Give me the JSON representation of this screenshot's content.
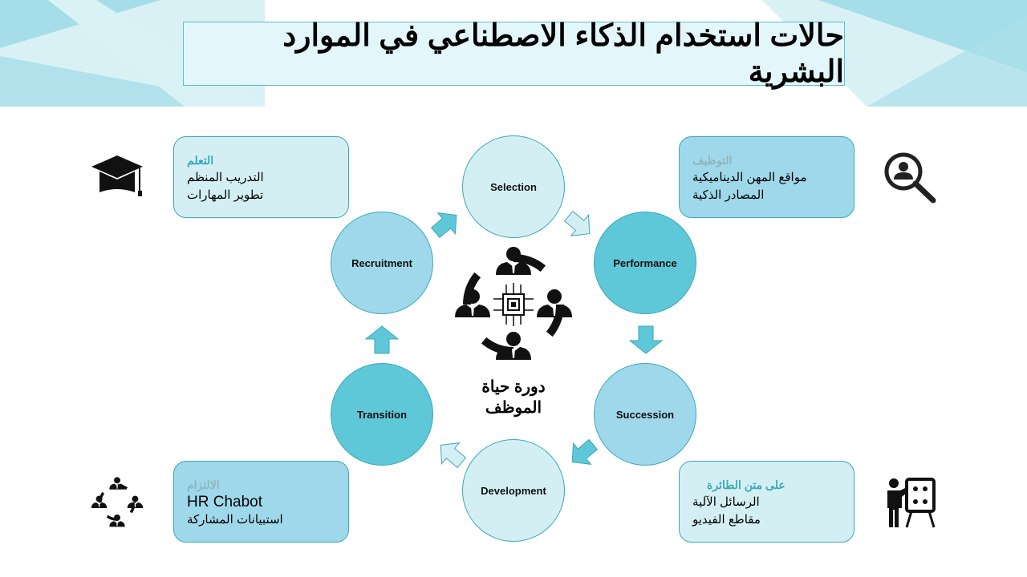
{
  "title": "حالات استخدام الذكاء الاصطناعي في الموارد البشرية",
  "cycle": {
    "center_label_line1": "دورة حياة",
    "center_label_line2": "الموظف",
    "stages": [
      "Selection",
      "Performance",
      "Succession",
      "Development",
      "Transition",
      "Recruitment"
    ]
  },
  "boxes": {
    "learning": {
      "heading": "التعلم",
      "lines": [
        "التدريب المنظم",
        "تطوير المهارات"
      ]
    },
    "hiring": {
      "heading": "التوظيف",
      "lines": [
        "مواقع المهن الديناميكية",
        "المصادر الذكية"
      ]
    },
    "engagement": {
      "heading": "الالتزام",
      "lines": [
        "HR Chabot",
        "استبيانات المشاركة"
      ]
    },
    "onboarding": {
      "heading": "على متن الطائرة",
      "lines": [
        "الرسائل الآلية",
        "مقاطع الفيديو"
      ]
    }
  },
  "colors": {
    "light": "#d4eff3",
    "mid": "#9fd8ea",
    "dark": "#5ec7d8",
    "border": "#3aa8b8",
    "heading_teal": "#3aa8b8",
    "heading_gray": "#8fb5bd"
  }
}
